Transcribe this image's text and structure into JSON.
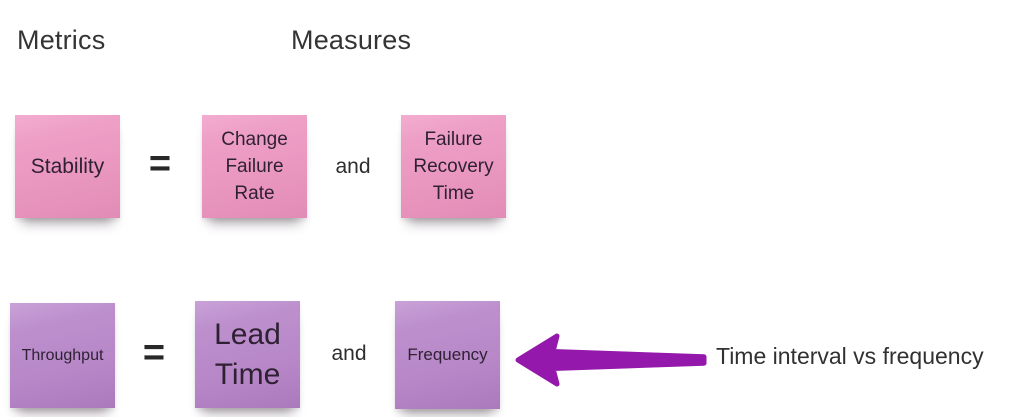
{
  "headings": {
    "metrics": "Metrics",
    "measures": "Measures"
  },
  "rows": [
    {
      "metric": "Stability",
      "equals": "=",
      "conjunction": "and",
      "measures": [
        "Change Failure Rate",
        "Failure Recovery Time"
      ],
      "note_color": "#ec9dc4"
    },
    {
      "metric": "Throughput",
      "equals": "=",
      "conjunction": "and",
      "measures": [
        "Lead Time",
        "Frequency"
      ],
      "note_color": "#b98bc9"
    }
  ],
  "annotation": {
    "label": "Time interval vs frequency",
    "arrow_icon": "left-arrow",
    "arrow_color": "#9318ab",
    "points_to": "Frequency"
  }
}
